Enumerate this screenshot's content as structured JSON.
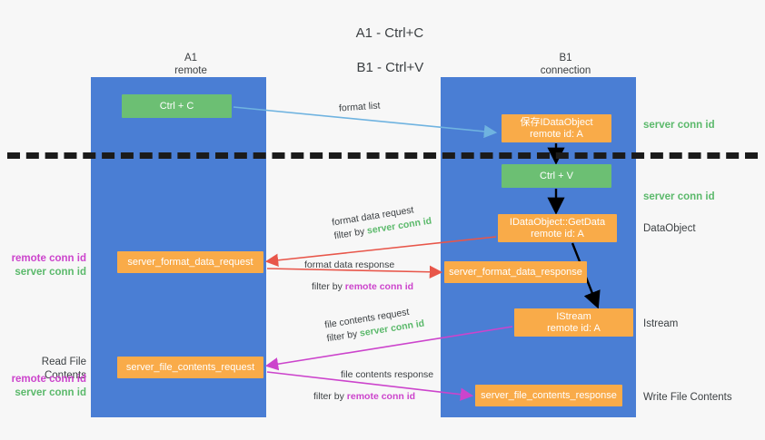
{
  "title": {
    "line1": "A1 - Ctrl+C",
    "line2": "B1 - Ctrl+V"
  },
  "lanes": {
    "left": {
      "name": "A1",
      "role": "remote"
    },
    "right": {
      "name": "B1",
      "role": "connection"
    }
  },
  "colors": {
    "lane": "#4a7ed4",
    "box_orange": "#f9ab49",
    "box_green": "#6cbf73",
    "server_conn_id": "#5bb96b",
    "remote_conn_id": "#cc44cc",
    "arrow_blue": "#6fb3e0",
    "arrow_red": "#e8564a",
    "arrow_magenta": "#cc44cc",
    "arrow_black": "#000000",
    "divider": "#1b1b1b",
    "background": "#f7f7f7",
    "text": "#3c4043"
  },
  "boxes": {
    "ctrl_c": {
      "line1": "Ctrl + C",
      "line2": ""
    },
    "idataobject": {
      "line1": "保存IDataObject",
      "line2": "remote id: A"
    },
    "ctrl_v": {
      "line1": "Ctrl + V",
      "line2": ""
    },
    "getdata": {
      "line1": "IDataObject::GetData",
      "line2": "remote id: A"
    },
    "istream": {
      "line1": "IStream",
      "line2": "remote id: A"
    },
    "format_data_request": {
      "line1": "server_format_data_request",
      "line2": ""
    },
    "format_data_response": {
      "line1": "server_format_data_response",
      "line2": ""
    },
    "file_contents_request": {
      "line1": "server_file_contents_request",
      "line2": ""
    },
    "file_contents_response": {
      "line1": "server_file_contents_response",
      "line2": ""
    }
  },
  "annotations": {
    "format_list": {
      "line1": "format list",
      "line2": ""
    },
    "format_data_request": {
      "line1": "format data request",
      "filter_prefix": "filter by ",
      "filter_id": "server conn id"
    },
    "format_data_response": {
      "line1": "format data response",
      "filter_prefix": "filter by ",
      "filter_id": "remote conn id"
    },
    "file_contents_request": {
      "line1": "file contents request",
      "filter_prefix": "filter by ",
      "filter_id": "server conn id"
    },
    "file_contents_response": {
      "line1": "file contents response",
      "filter_prefix": "filter by ",
      "filter_id": "remote conn id"
    }
  },
  "side_labels": {
    "server_conn_id_top": "server conn id",
    "server_conn_id_mid": "server conn id",
    "dataobject": "DataObject",
    "istream": "Istream",
    "write_file_contents": "Write File Contents",
    "read_file_contents": "Read File Contents",
    "remote_conn_id": "remote conn id",
    "server_conn_id": "server conn id"
  }
}
